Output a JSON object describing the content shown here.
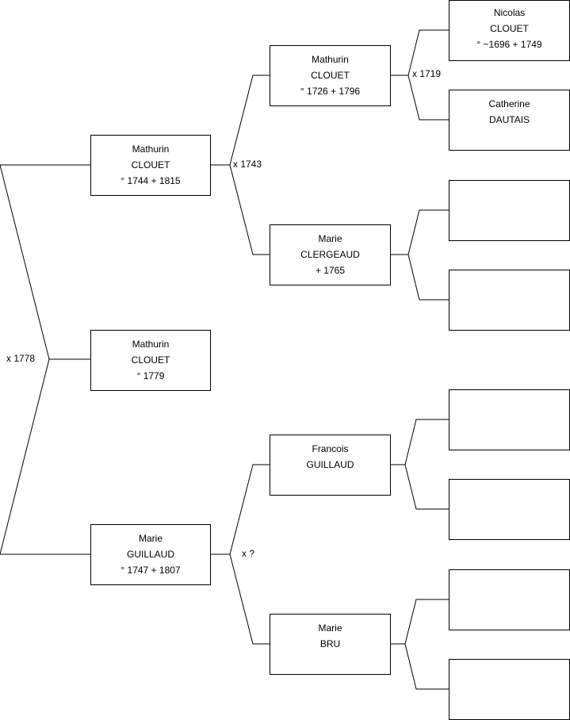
{
  "people": {
    "root": {
      "lines": [
        "Mathurin",
        "CLOUET",
        "° 1779"
      ]
    },
    "father": {
      "lines": [
        "Mathurin",
        "CLOUET",
        "° 1744 + 1815"
      ]
    },
    "mother": {
      "lines": [
        "Marie",
        "GUILLAUD",
        "° 1747 + 1807"
      ]
    },
    "ff": {
      "lines": [
        "Mathurin",
        "CLOUET",
        "° 1726 + 1796"
      ]
    },
    "fm": {
      "lines": [
        "Marie",
        "CLERGEAUD",
        "+ 1765"
      ]
    },
    "mf": {
      "lines": [
        "Francois",
        "GUILLAUD"
      ]
    },
    "mm": {
      "lines": [
        "Marie",
        "BRU"
      ]
    },
    "fff": {
      "lines": [
        "Nicolas",
        "CLOUET",
        "° ~1696 + 1749"
      ]
    },
    "ffm": {
      "lines": [
        "Catherine",
        "DAUTAIS"
      ]
    },
    "fmf": {
      "lines": []
    },
    "fmm": {
      "lines": []
    },
    "mff": {
      "lines": []
    },
    "mfm": {
      "lines": []
    },
    "mmf": {
      "lines": []
    },
    "mmm": {
      "lines": []
    }
  },
  "marriages": {
    "parents": "x 1778",
    "paternal": "x 1743",
    "maternal": "x ?",
    "paternal_paternal": "x 1719"
  }
}
